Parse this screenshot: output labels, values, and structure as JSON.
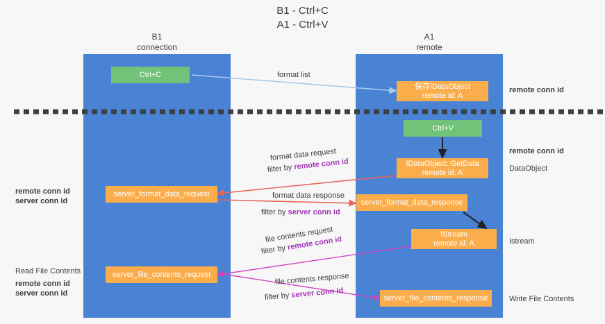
{
  "title": "B1 - Ctrl+C\nA1 - Ctrl+V",
  "columns": {
    "left": {
      "header": "B1\nconnection"
    },
    "right": {
      "header": "A1\nremote"
    }
  },
  "divider": {
    "name": "dashed-divider",
    "color": "#3c4043"
  },
  "colors": {
    "lane": "#4a82d4",
    "green_box": "#72c279",
    "orange_box": "#fbad4c",
    "purple_text": "#a236b5",
    "green_text": "#5aa85f",
    "blue_arrow": "#a9cbea",
    "red_arrow": "#e8645a",
    "magenta_arrow": "#cf47c0",
    "black_arrow": "#202124",
    "background": "#f7f7f7"
  },
  "nodes": {
    "ctrl_c": "Ctrl+C",
    "ctrl_v": "Ctrl+V",
    "save_idataobject": "保存IDataObject\nremote id: A",
    "getdata": "IDataObject::GetData\nremote id: A",
    "istream": "IStream\nremote id: A",
    "server_format_data_request": "server_format_data_request",
    "server_format_data_response": "server_format_data_response",
    "server_file_contents_request": "server_file_contents_request",
    "server_file_contents_response": "server_file_contents_response"
  },
  "edges": {
    "format_list": "format list",
    "format_data_request": "format data request",
    "format_data_request_filter_prefix": "filter by ",
    "format_data_request_filter_key": "remote conn id",
    "format_data_response": "format data response",
    "format_data_response_filter_prefix": "filter by ",
    "format_data_response_filter_key": "server conn id",
    "file_contents_request": "file contents request",
    "file_contents_request_filter_prefix": "filter by ",
    "file_contents_request_filter_key": "remote conn id",
    "file_contents_response": "file contents response",
    "file_contents_response_filter_prefix": "filter by ",
    "file_contents_response_filter_key": "server conn id"
  },
  "side_labels": {
    "right_remote_conn_id_top": "remote conn id",
    "right_remote_conn_id_mid": "remote conn id",
    "right_dataobject": "DataObject",
    "right_istream": "Istream",
    "right_write_file_contents": "Write File Contents",
    "left_remote_conn_id_mid": "remote conn id",
    "left_server_conn_id_mid": "server conn id",
    "left_read_file_contents": "Read File Contents",
    "left_remote_conn_id_bottom": "remote conn id",
    "left_server_conn_id_bottom": "server conn id"
  }
}
